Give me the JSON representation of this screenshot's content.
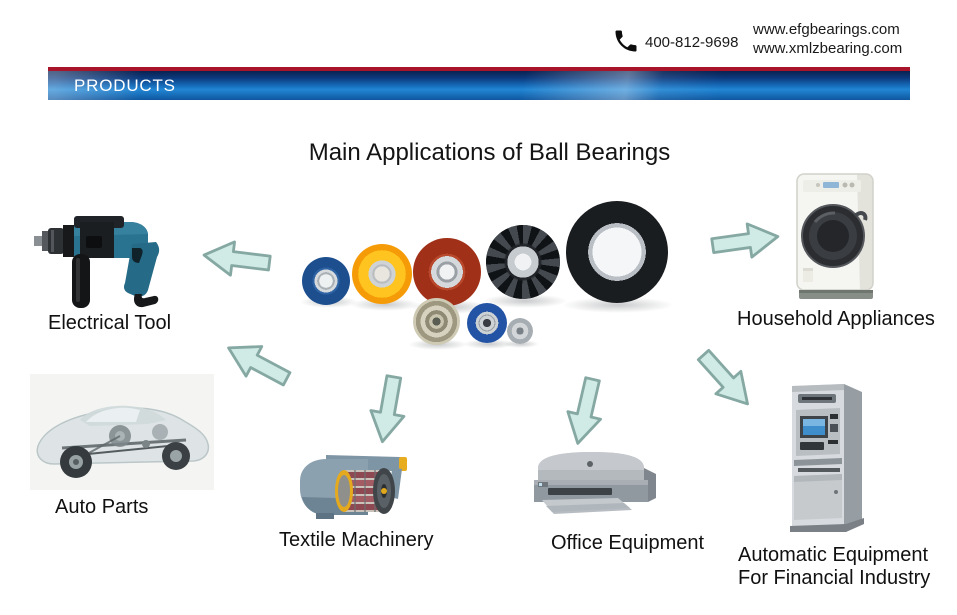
{
  "header": {
    "phone_number": "400-812-9698",
    "websites": [
      "www.efgbearings.com",
      "www.xmlzbearing.com"
    ]
  },
  "banner": {
    "label": "PRODUCTS"
  },
  "content": {
    "title": "Main Applications of Ball Bearings"
  },
  "applications": [
    {
      "label": "Electrical Tool"
    },
    {
      "label": "Household Appliances"
    },
    {
      "label": "Auto Parts"
    },
    {
      "label": "Textile Machinery"
    },
    {
      "label": "Office Equipment"
    },
    {
      "label_line1": "Automatic Equipment",
      "label_line2": "For Financial Industry"
    }
  ],
  "center_image": {
    "subject": "assorted ball bearings",
    "bearing_colors": [
      "blue",
      "orange",
      "red",
      "black",
      "black",
      "silver",
      "blue",
      "silver"
    ]
  },
  "colors": {
    "banner_red": "#a8152b",
    "banner_blue": "#1467b4",
    "arrow_fill": "#d0eae5",
    "arrow_stroke": "#85a8a3"
  }
}
